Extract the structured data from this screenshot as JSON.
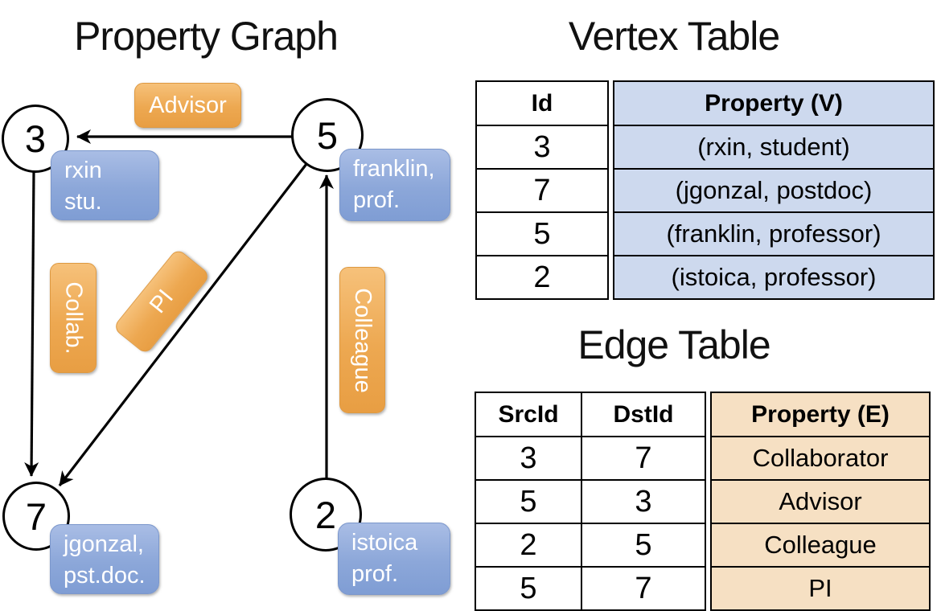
{
  "titles": {
    "graph": "Property Graph",
    "vertex_table": "Vertex Table",
    "edge_table": "Edge Table"
  },
  "graph": {
    "nodes": [
      {
        "id": "3"
      },
      {
        "id": "5"
      },
      {
        "id": "7"
      },
      {
        "id": "2"
      }
    ],
    "edge_labels": [
      {
        "label": "Advisor"
      },
      {
        "label": "Collab."
      },
      {
        "label": "PI"
      },
      {
        "label": "Colleague"
      }
    ],
    "property_boxes": [
      {
        "line1": "rxin",
        "line2": "stu."
      },
      {
        "line1": "franklin,",
        "line2": "prof."
      },
      {
        "line1": "jgonzal,",
        "line2": "pst.doc."
      },
      {
        "line1": "istoica",
        "line2": "prof."
      }
    ]
  },
  "vertex_table": {
    "headers": [
      "Id",
      "Property (V)"
    ],
    "rows": [
      [
        "3",
        "(rxin, student)"
      ],
      [
        "7",
        "(jgonzal, postdoc)"
      ],
      [
        "5",
        "(franklin, professor)"
      ],
      [
        "2",
        "(istoica, professor)"
      ]
    ]
  },
  "edge_table": {
    "headers": [
      "SrcId",
      "DstId",
      "Property (E)"
    ],
    "rows": [
      [
        "3",
        "7",
        "Collaborator"
      ],
      [
        "5",
        "3",
        "Advisor"
      ],
      [
        "2",
        "5",
        "Colleague"
      ],
      [
        "5",
        "7",
        "PI"
      ]
    ]
  },
  "colors": {
    "edge_label_fill": "#EDA851",
    "property_box_fill": "#8CA7D9",
    "vertex_cell_fill": "#CDD9EE",
    "edge_cell_fill": "#F6E0C3",
    "border": "#000000",
    "box_text": "#FFFFFF"
  }
}
